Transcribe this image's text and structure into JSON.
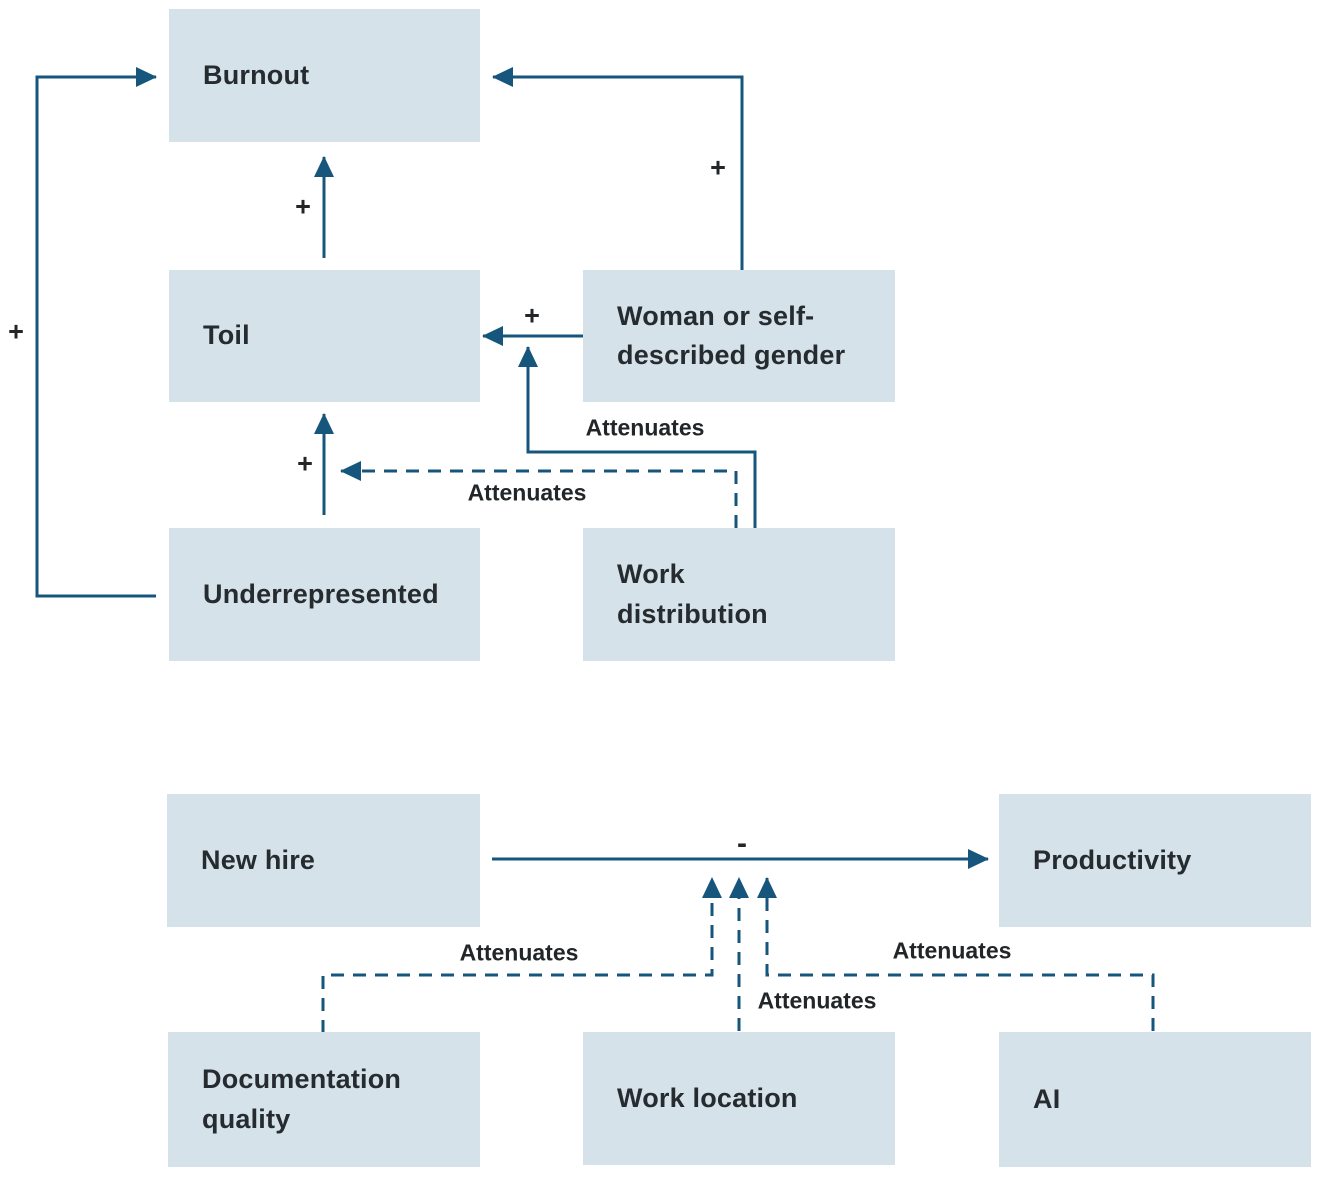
{
  "diagram": {
    "nodes": {
      "burnout": {
        "label": "Burnout"
      },
      "toil": {
        "label": "Toil"
      },
      "woman": {
        "label": "Woman or self-\ndescribed gender"
      },
      "underrepresented": {
        "label": "Underrepresented"
      },
      "work_distribution": {
        "label": "Work\ndistribution"
      },
      "new_hire": {
        "label": "New hire"
      },
      "productivity": {
        "label": "Productivity"
      },
      "documentation_quality": {
        "label": "Documentation\nquality"
      },
      "work_location": {
        "label": "Work location"
      },
      "ai": {
        "label": "AI"
      }
    },
    "edges": [
      {
        "from": "Toil",
        "to": "Burnout",
        "style": "solid",
        "label": "+"
      },
      {
        "from": "Woman or self-described gender",
        "to": "Burnout",
        "style": "solid",
        "label": "+"
      },
      {
        "from": "Underrepresented",
        "to": "Burnout",
        "style": "solid",
        "label": "+"
      },
      {
        "from": "Woman or self-described gender",
        "to": "Toil",
        "style": "solid",
        "label": "+"
      },
      {
        "from": "Underrepresented",
        "to": "Toil",
        "style": "solid",
        "label": "+"
      },
      {
        "from": "Work distribution",
        "to": "edge: Woman or self-described gender → Toil",
        "style": "solid",
        "label": "Attenuates"
      },
      {
        "from": "Work distribution",
        "to": "edge: Underrepresented → Toil",
        "style": "dashed",
        "label": "Attenuates"
      },
      {
        "from": "New hire",
        "to": "Productivity",
        "style": "solid",
        "label": "-"
      },
      {
        "from": "Documentation quality",
        "to": "edge: New hire → Productivity",
        "style": "dashed",
        "label": "Attenuates"
      },
      {
        "from": "Work location",
        "to": "edge: New hire → Productivity",
        "style": "dashed",
        "label": "Attenuates"
      },
      {
        "from": "AI",
        "to": "edge: New hire → Productivity",
        "style": "dashed",
        "label": "Attenuates"
      }
    ],
    "colors": {
      "edge": "#17567C",
      "node_fill": "#D5E2EA",
      "node_text": "#262B2F",
      "label_text": "#222629"
    }
  }
}
